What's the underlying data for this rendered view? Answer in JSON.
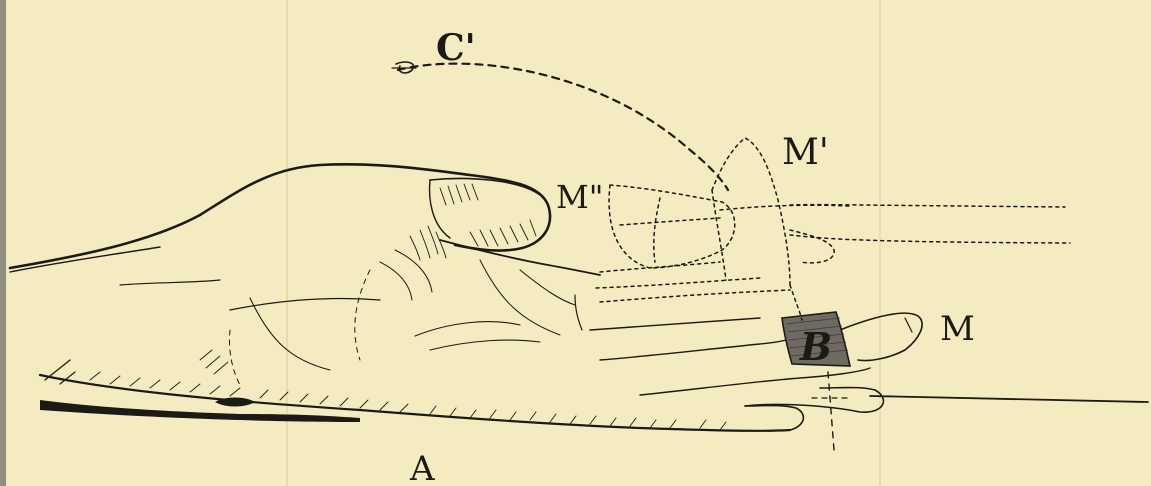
{
  "labels": {
    "c_prime": "C'",
    "m_prime": "M'",
    "m_double_prime": "M\"",
    "b": "B",
    "m": "M",
    "a": "A"
  },
  "colors": {
    "paper": "#f4ecc0",
    "ink": "#1c1a14",
    "band": "#6e6a62",
    "edge": "#8f8f86"
  }
}
